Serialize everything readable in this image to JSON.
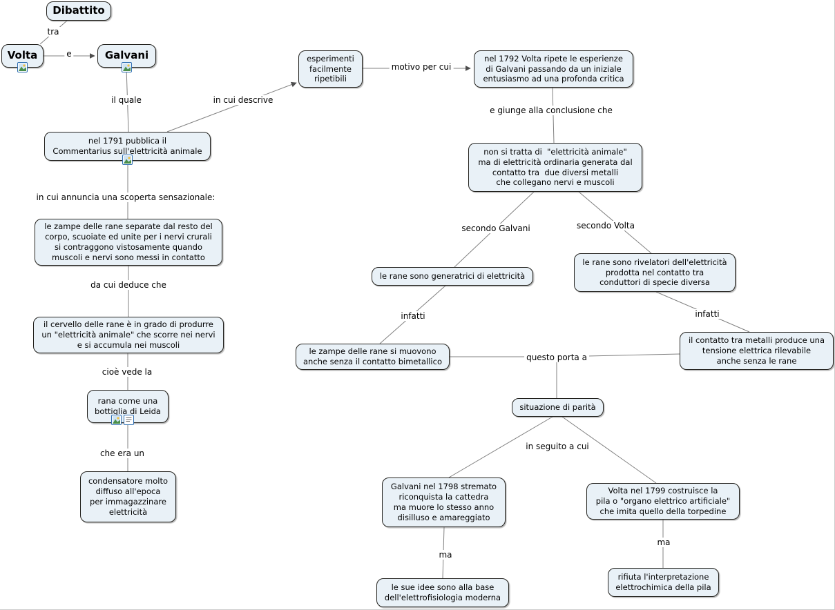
{
  "nodes": {
    "dibattito": {
      "label": "Dibattito"
    },
    "volta": {
      "label": "Volta"
    },
    "galvani": {
      "label": "Galvani"
    },
    "esperimenti": {
      "label": "esperimenti\nfacilmente\nripetibili"
    },
    "nel1792": {
      "label": "nel 1792 Volta ripete le esperienze\ndi Galvani passando da un iniziale\nentusiasmo ad una profonda critica"
    },
    "nel1791": {
      "label": "nel 1791 pubblica il\nCommentarius sull'elettricità animale"
    },
    "non_si_tratta": {
      "label": "non si tratta di  \"elettricità animale\"\nma di elettricità ordinaria generata dal\ncontatto tra  due diversi metalli\nche collegano nervi e muscoli"
    },
    "zampe_separate": {
      "label": "le zampe delle rane separate dal resto del\ncorpo, scuoiate ed unite per i nervi crurali\nsi contraggono vistosamente quando\nmuscoli e nervi sono messi in contatto"
    },
    "rane_generatrici": {
      "label": "le rane sono generatrici di elettricità"
    },
    "rane_rivelatori": {
      "label": "le rane sono rivelatori dell'elettricità\nprodotta nel contatto tra\nconduttori di specie diversa"
    },
    "cervello": {
      "label": "il cervello delle rane è in grado di produrre\nun \"elettricità animale\" che scorre nei nervi\ne si accumula nei muscoli"
    },
    "zampe_muovono": {
      "label": "le zampe delle rane si muovono\nanche senza il contatto bimetallico"
    },
    "contatto_metalli": {
      "label": "il contatto tra metalli produce una\ntensione elettrica rilevabile\nanche senza le rane"
    },
    "rana_bottiglia": {
      "label": "rana come una\nbottiglia di Leida"
    },
    "situazione": {
      "label": "situazione di parità"
    },
    "condensatore": {
      "label": "condensatore molto\ndiffuso all'epoca\nper immagazzinare\nelettricità"
    },
    "galvani_1798": {
      "label": "Galvani nel 1798 stremato\nriconquista la cattedra\nma muore lo stesso anno\ndisilluso e amareggiato"
    },
    "volta_1799": {
      "label": "Volta nel 1799 costruisce la\npila o \"organo elettrico artificiale\"\nche imita quello della torpedine"
    },
    "idee": {
      "label": "le sue idee sono alla base\ndell'elettrofisiologia moderna"
    },
    "rifiuta": {
      "label": "rifiuta l'interpretazione\nelettrochimica della pila"
    }
  },
  "links": {
    "tra": "tra",
    "e": "e",
    "il_quale": "il quale",
    "in_cui_descrive": "in cui descrive",
    "motivo_per_cui": "motivo per cui",
    "e_giunge": "e giunge alla conclusione che",
    "in_cui_annuncia": "in cui annuncia una scoperta sensazionale:",
    "secondo_galvani": "secondo Galvani",
    "secondo_volta": "secondo Volta",
    "da_cui_deduce": "da cui deduce che",
    "infatti_sx": "infatti",
    "infatti_dx": "infatti",
    "cioe_vede_la": "cioè vede la",
    "questo_porta_a": "questo porta a",
    "che_era_un": "che era un",
    "in_seguito_a_cui": "in seguito a cui",
    "ma_sx": "ma",
    "ma_dx": "ma"
  },
  "icons": {
    "volta_resource": "image-resource-icon",
    "galvani_resource": "image-resource-icon",
    "nel1791_resource": "image-resource-icon",
    "rana_image_resource": "image-resource-icon",
    "rana_text_resource": "text-resource-icon"
  },
  "colors": {
    "node_background": "#e9f1f7",
    "node_border": "#22211d",
    "edge": "#808080",
    "arrowhead": "#4d4d4d",
    "icon_border": "#2f6fb2",
    "canvas_background": "#ffffff"
  }
}
